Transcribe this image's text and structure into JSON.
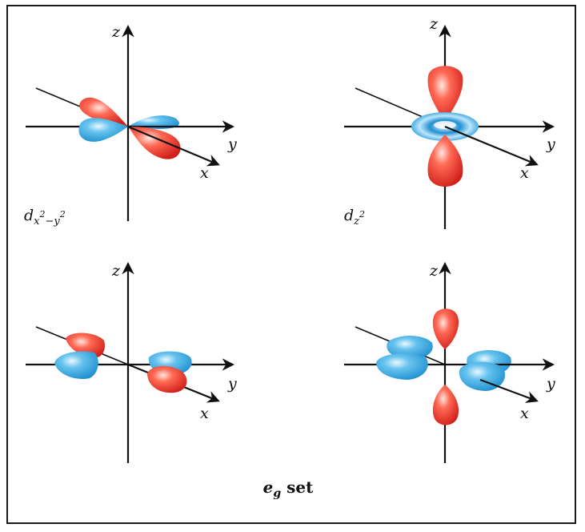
{
  "axis_labels": {
    "z": "z",
    "y": "y",
    "x": "x"
  },
  "orbitals": [
    {
      "id": "dx2-y2",
      "label_base": "d",
      "label_sub": "x",
      "label_sup1": "2",
      "label_minus": "−",
      "label_sub2": "y",
      "label_sup2": "2"
    },
    {
      "id": "dz2",
      "label_base": "d",
      "label_sub": "z",
      "label_sup": "2"
    }
  ],
  "caption": {
    "e": "e",
    "g": "g",
    "set": " set"
  },
  "colors": {
    "positive_lobe": "#e8352f",
    "negative_lobe": "#2a9fd8",
    "axis": "#111111",
    "frame": "#1a1a1a"
  }
}
